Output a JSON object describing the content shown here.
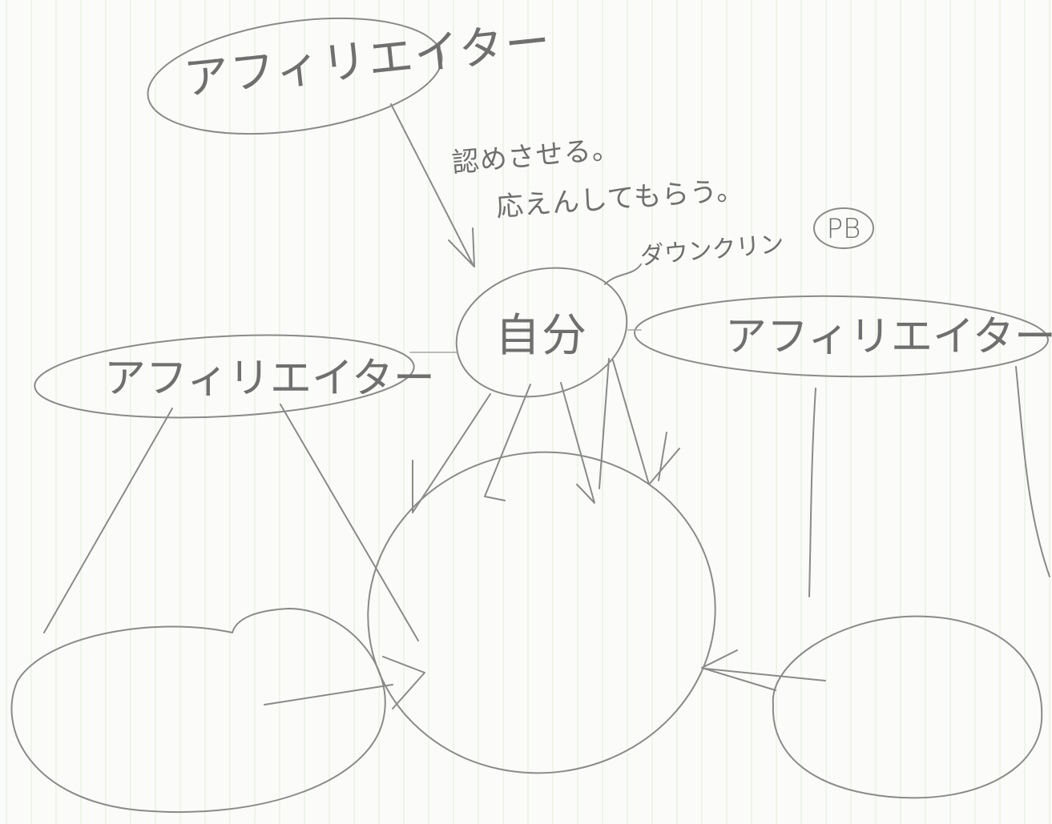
{
  "nodes": {
    "top_left": "アフィリエイター",
    "mid_left": "アフィリエイター",
    "right": "アフィリエイター",
    "center": "自分"
  },
  "notes": {
    "line1": "認めさせる。",
    "line2": "応えんしてもらう。",
    "status": "ダウンクリン",
    "tag": "PB"
  },
  "colors": {
    "paper": "#fbfcf9",
    "pencil": "#8a8a8a",
    "rule": "#e3ebd9"
  }
}
